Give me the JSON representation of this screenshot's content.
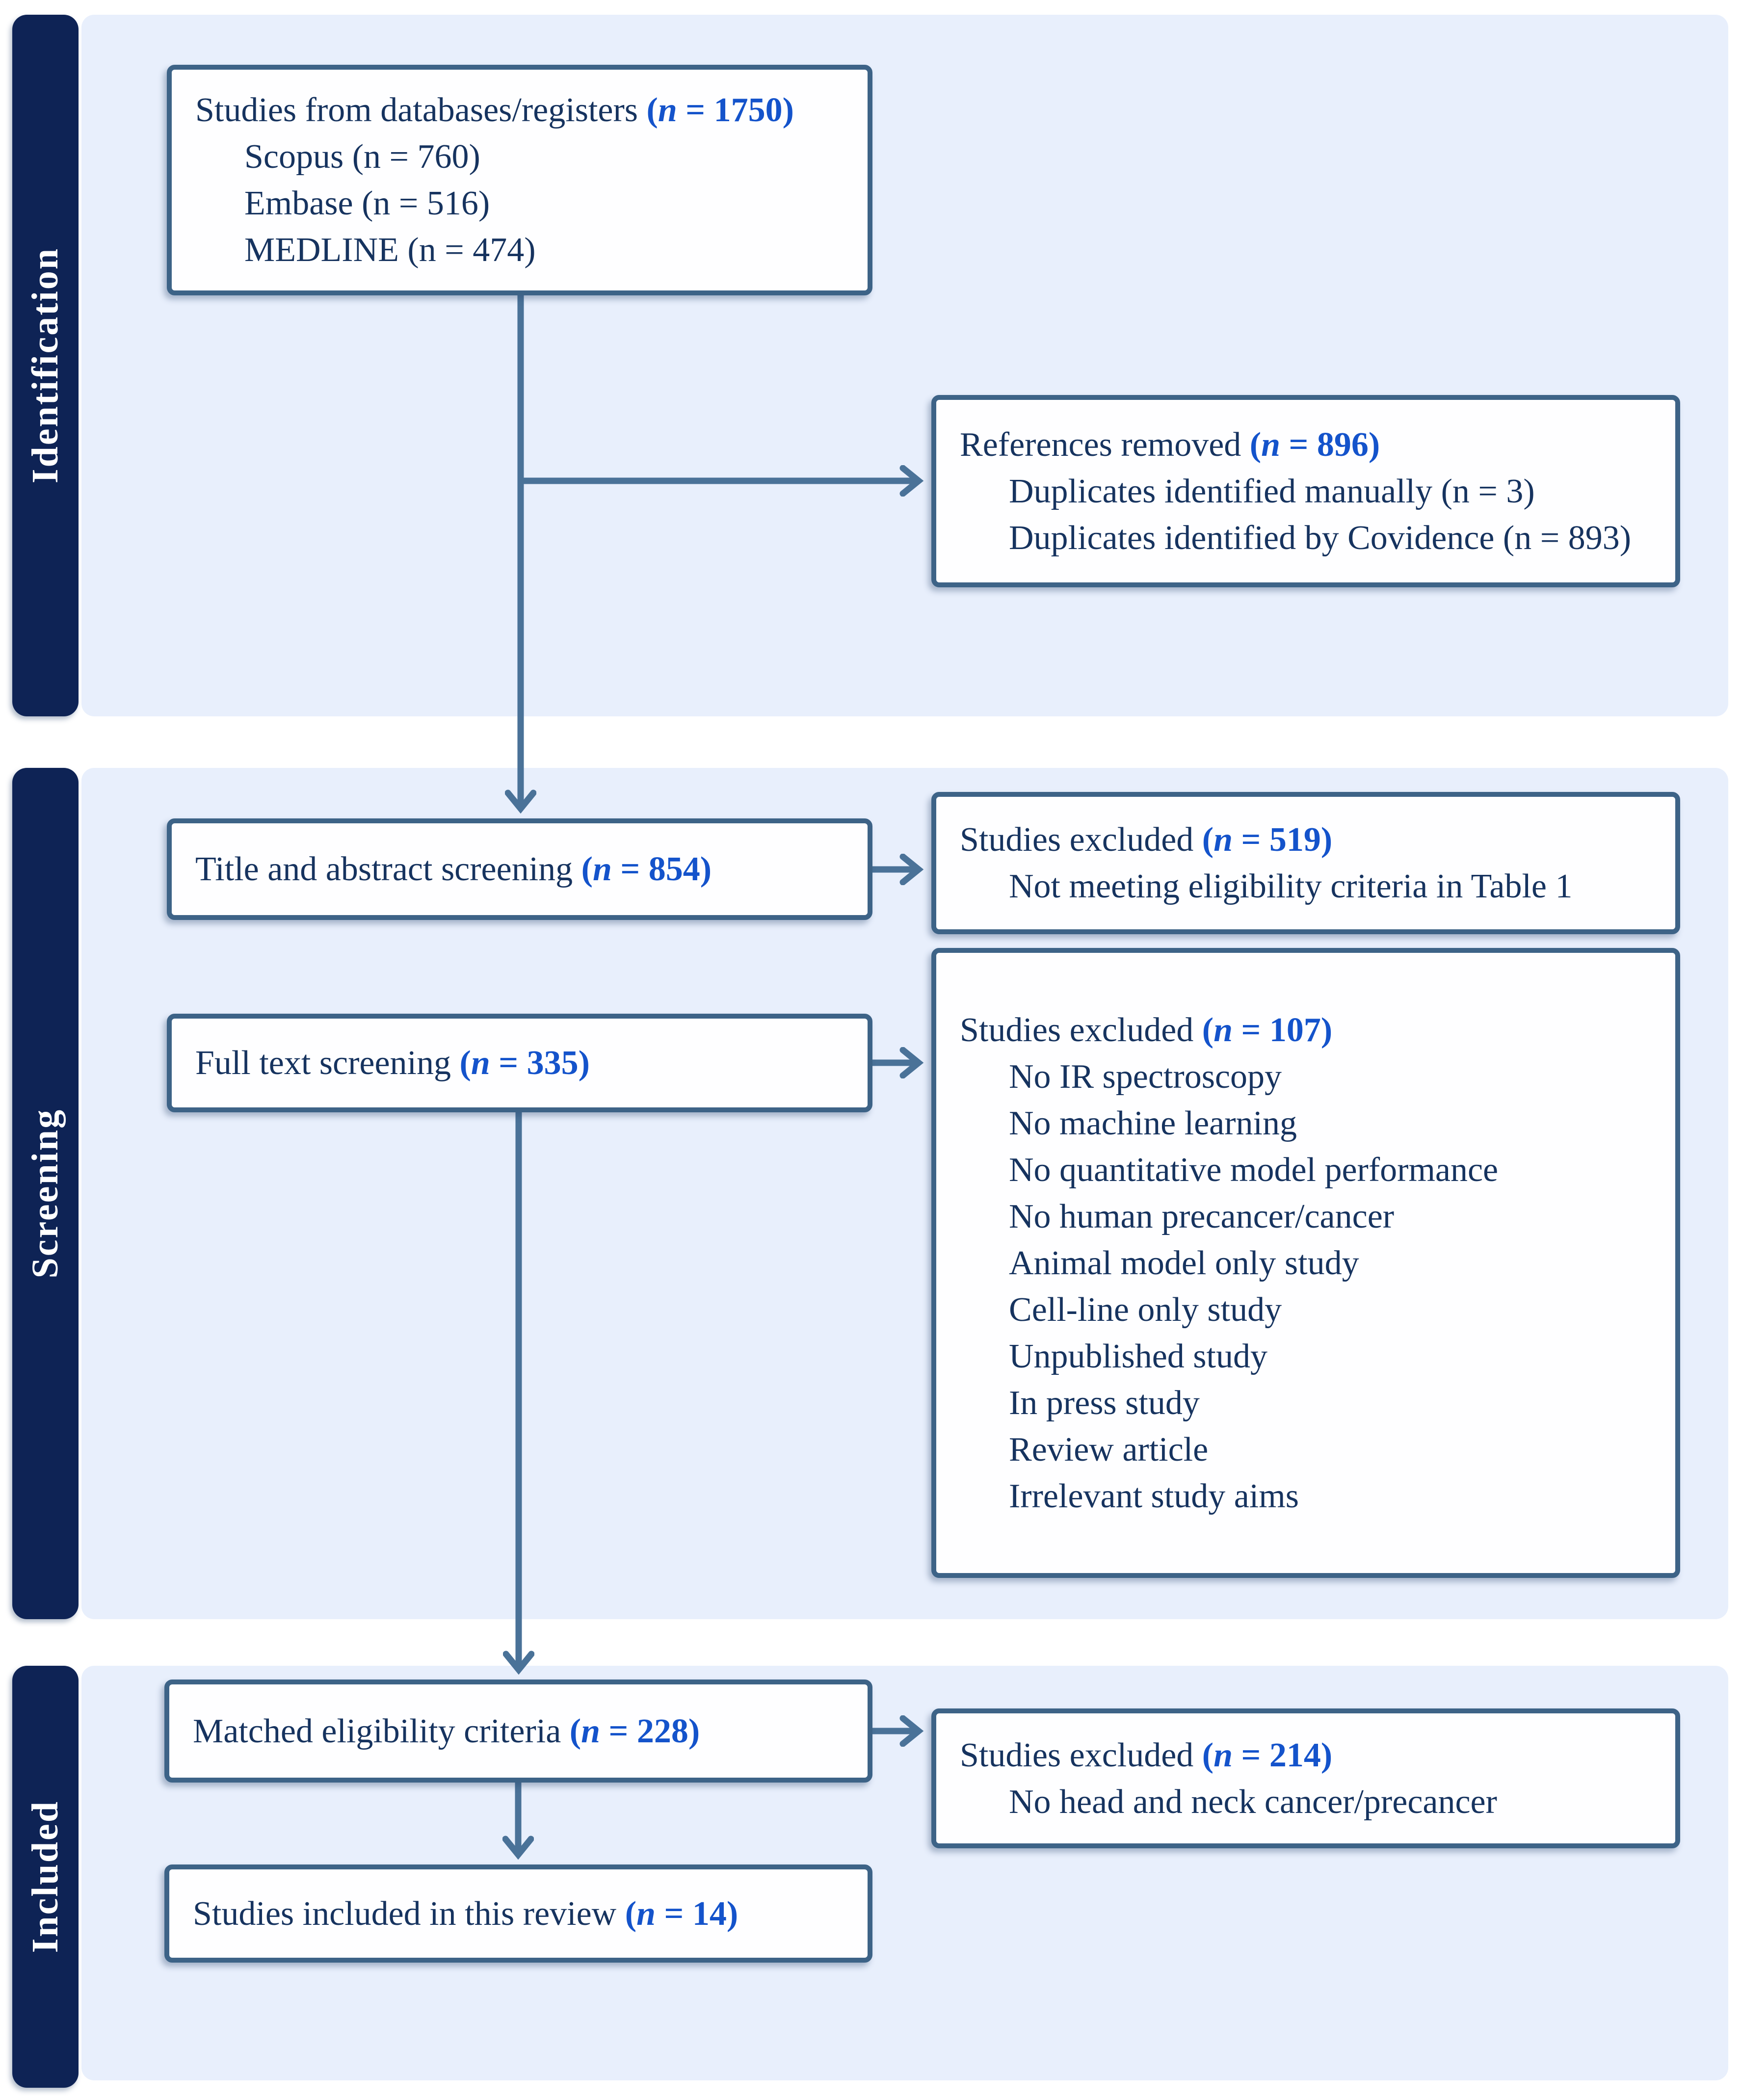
{
  "palette": {
    "stage_bar_navy": "#0e2355",
    "panel_blue": "#e8effc",
    "box_border_slate": "#3d6387",
    "text_navy": "#16335f",
    "accent_blue": "#1453cb",
    "arrow_slate": "#4a7298"
  },
  "stages": {
    "identification": {
      "label": "Identification"
    },
    "screening": {
      "label": "Screening"
    },
    "included": {
      "label": "Included"
    }
  },
  "boxes": {
    "databases": {
      "title": "Studies from databases/registers ",
      "count_open": "(",
      "count_n": "n",
      "count_rest": " = 1750)",
      "items": [
        "Scopus (n = 760)",
        "Embase (n = 516)",
        "MEDLINE (n = 474)"
      ]
    },
    "references_removed": {
      "title": "References removed ",
      "count_open": "(",
      "count_n": "n",
      "count_rest": " = 896)",
      "items": [
        "Duplicates identified manually (n = 3)",
        "Duplicates identified by Covidence (n = 893)"
      ]
    },
    "title_abstract": {
      "title": "Title and abstract screening ",
      "count_open": "(",
      "count_n": "n",
      "count_rest": " = 854)"
    },
    "excluded_title_abstract": {
      "title": "Studies excluded ",
      "count_open": "(",
      "count_n": "n",
      "count_rest": " = 519)",
      "items": [
        "Not meeting eligibility criteria in Table 1"
      ]
    },
    "full_text": {
      "title": "Full text screening ",
      "count_open": "(",
      "count_n": "n",
      "count_rest": " = 335)"
    },
    "excluded_full_text": {
      "title": "Studies excluded ",
      "count_open": "(",
      "count_n": "n",
      "count_rest": " = 107)",
      "items": [
        "No IR spectroscopy",
        "No machine learning",
        "No quantitative model performance",
        "No human precancer/cancer",
        "Animal model only study",
        "Cell-line only study",
        "Unpublished study",
        "In press study",
        "Review article",
        "Irrelevant study aims"
      ]
    },
    "matched": {
      "title": "Matched eligibility criteria ",
      "count_open": "(",
      "count_n": "n",
      "count_rest": " = 228)"
    },
    "excluded_matched": {
      "title": "Studies excluded ",
      "count_open": "(",
      "count_n": "n",
      "count_rest": " = 214)",
      "items": [
        "No head and neck cancer/precancer"
      ]
    },
    "included_final": {
      "title": "Studies included in this review ",
      "count_open": "(",
      "count_n": "n",
      "count_rest": " = 14)"
    }
  }
}
